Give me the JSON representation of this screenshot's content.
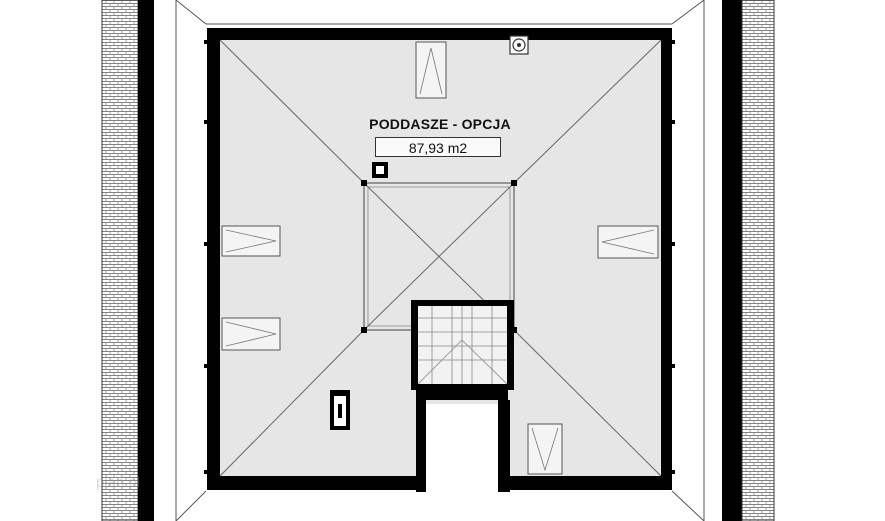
{
  "plan": {
    "room_name": "PODDASZE - OPCJA",
    "room_area": "87,93 m2",
    "watermark": "plan.pl"
  },
  "colors": {
    "wall": "#000000",
    "floor": "#e6e6e6",
    "brick_hatch": "#555555",
    "line": "#444444"
  }
}
